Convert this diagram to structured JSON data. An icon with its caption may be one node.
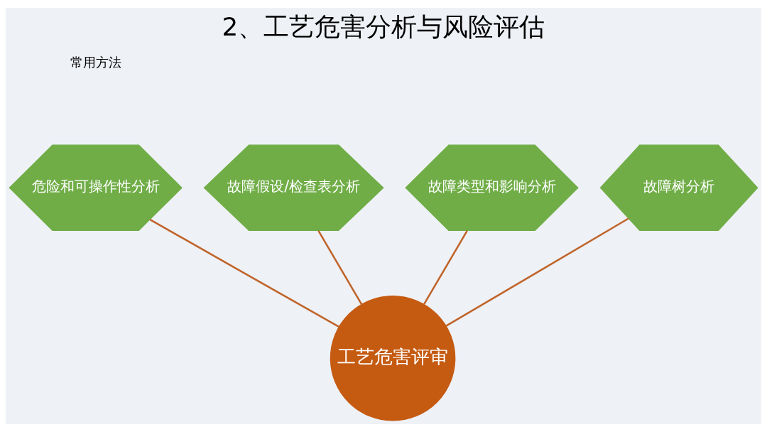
{
  "diagram": {
    "title": "2、工艺危害分析与风险评估",
    "nodes": [
      {
        "text": [
          "故障假设/检查表分析"
        ]
      },
      {
        "text": [
          "故障类型和影响分析"
        ]
      },
      {
        "text": [
          "危险和可操作性分析"
        ]
      },
      {
        "text": [
          "故障树分析"
        ]
      },
      {
        "text": [
          "工艺危害评审"
        ]
      }
    ],
    "edges": [
      {
        "from": 0,
        "to": 4,
        "arrow": "none"
      },
      {
        "from": 1,
        "to": 4,
        "arrow": "none"
      },
      {
        "from": 2,
        "to": 4,
        "arrow": "none"
      },
      {
        "from": 3,
        "to": 4,
        "arrow": "none"
      }
    ],
    "labels": [
      "常用方法"
    ]
  }
}
